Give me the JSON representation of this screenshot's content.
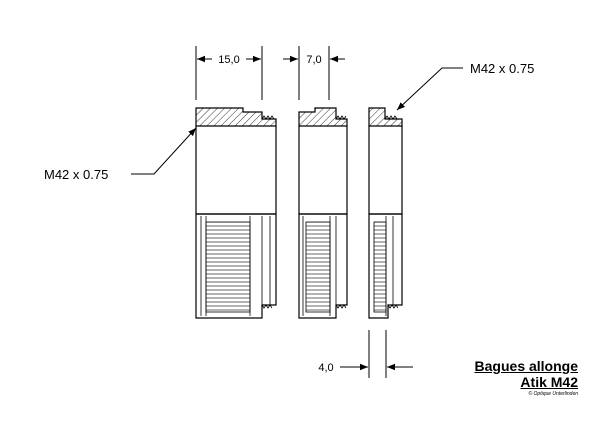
{
  "dimensions": {
    "ring1_width": "15,0",
    "ring2_width": "7,0",
    "ring3_width": "4,0"
  },
  "callouts": {
    "thread_left": "M42 x 0.75",
    "thread_right": "M42 x 0.75"
  },
  "title": {
    "line1": "Bagues allonge",
    "line2": "Atik M42",
    "copyright": "© Optique Unterlinden"
  }
}
